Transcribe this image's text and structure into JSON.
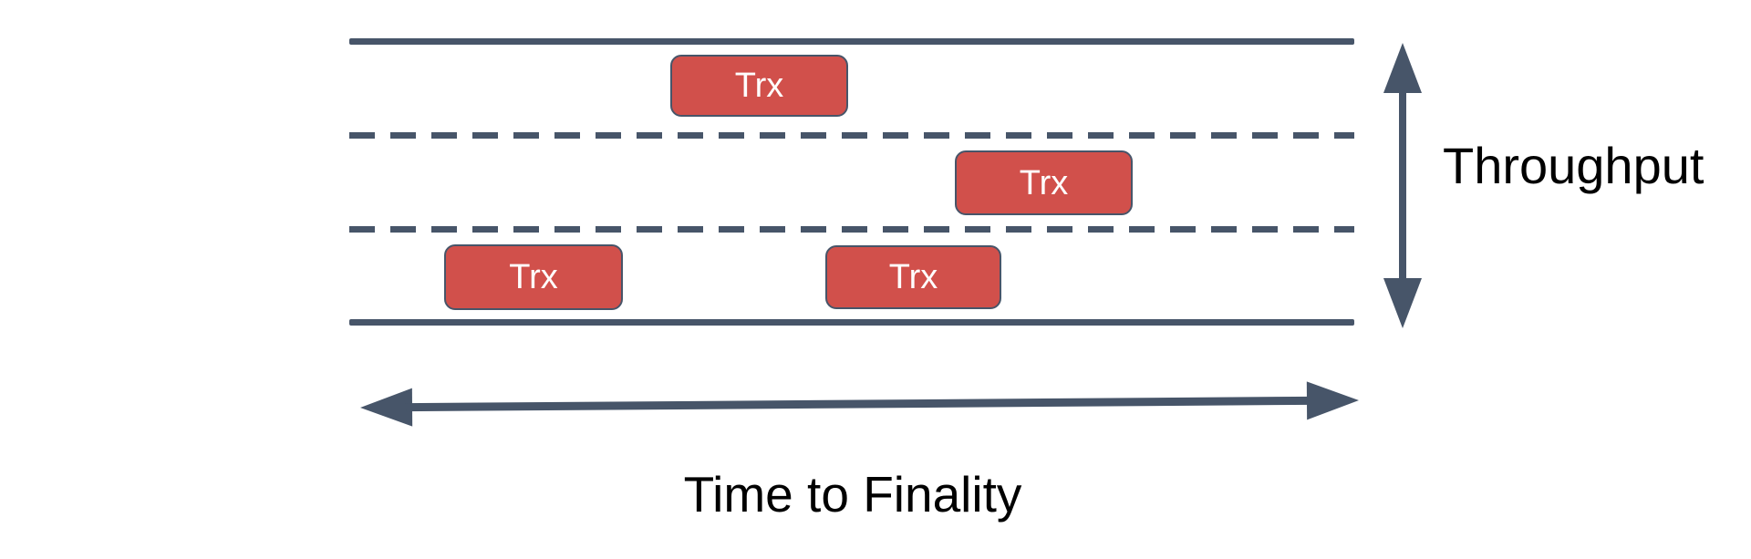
{
  "colors": {
    "background": "#ffffff",
    "slate": "#475569",
    "red_fill": "#d1504b",
    "box_text": "#ffffff",
    "label_text": "#000000"
  },
  "lanes": {
    "boundary_style": "solid",
    "divider_style": "dashed",
    "lane_count": 3
  },
  "boxes": [
    {
      "label": "Trx",
      "lane": "top"
    },
    {
      "label": "Trx",
      "lane": "middle"
    },
    {
      "label": "Trx",
      "lane": "bottom"
    },
    {
      "label": "Trx",
      "lane": "bottom"
    }
  ],
  "labels": {
    "throughput": "Throughput",
    "time_to_finality": "Time to Finality"
  }
}
